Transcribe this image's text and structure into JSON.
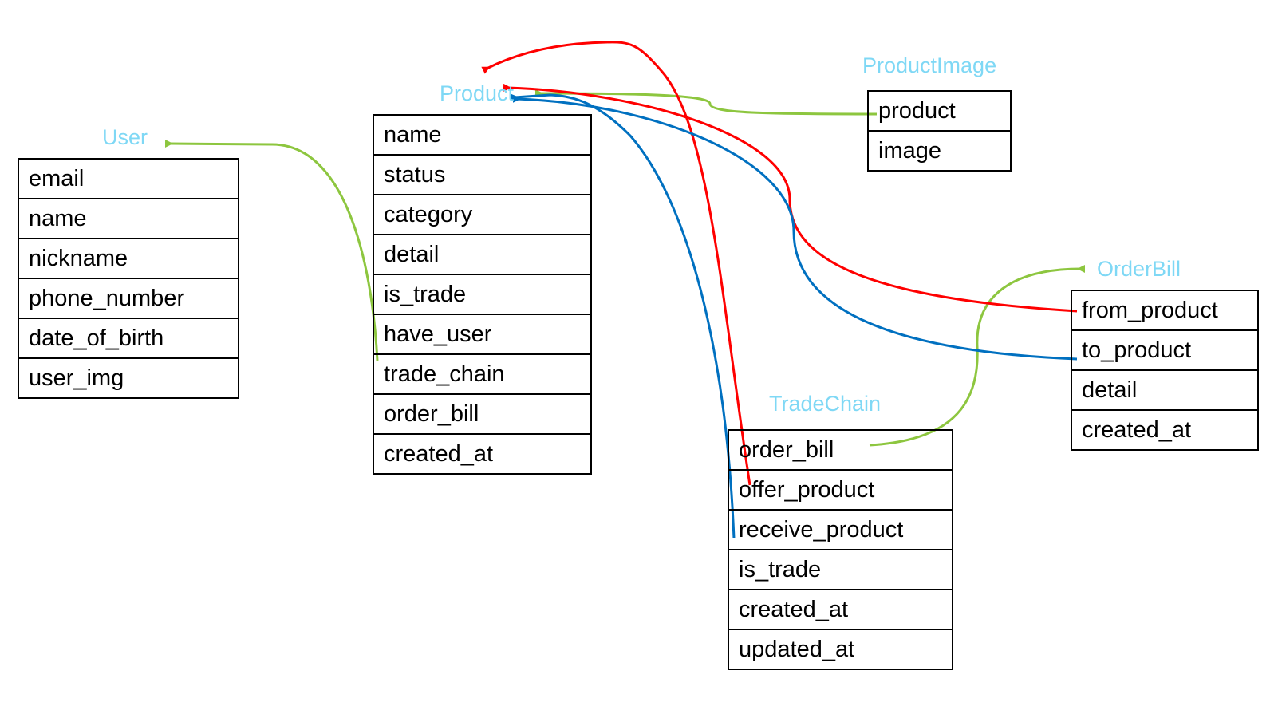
{
  "colors": {
    "title": "#7fd8f5",
    "green": "#8dc63f",
    "red": "#ff0000",
    "blue": "#0070c0",
    "border": "#000000"
  },
  "entities": {
    "user": {
      "title": "User",
      "fields": [
        "email",
        "name",
        "nickname",
        "phone_number",
        "date_of_birth",
        "user_img"
      ]
    },
    "product": {
      "title": "Product",
      "fields": [
        "name",
        "status",
        "category",
        "detail",
        "is_trade",
        "have_user",
        "trade_chain",
        "order_bill",
        "created_at"
      ]
    },
    "product_image": {
      "title": "ProductImage",
      "fields": [
        "product",
        "image"
      ]
    },
    "trade_chain": {
      "title": "TradeChain",
      "fields": [
        "order_bill",
        "offer_product",
        "receive_product",
        "is_trade",
        "created_at",
        "updated_at"
      ]
    },
    "order_bill": {
      "title": "OrderBill",
      "fields": [
        "from_product",
        "to_product",
        "detail",
        "created_at"
      ]
    }
  },
  "relations": [
    {
      "from": "product.have_user",
      "to": "user",
      "color": "green"
    },
    {
      "from": "product_image.product",
      "to": "product",
      "color": "green"
    },
    {
      "from": "trade_chain.order_bill",
      "to": "order_bill",
      "color": "green"
    },
    {
      "from": "trade_chain.offer_product",
      "to": "product",
      "color": "red"
    },
    {
      "from": "order_bill.from_product",
      "to": "product",
      "color": "red"
    },
    {
      "from": "trade_chain.receive_product",
      "to": "product",
      "color": "blue"
    },
    {
      "from": "order_bill.to_product",
      "to": "product",
      "color": "blue"
    }
  ]
}
